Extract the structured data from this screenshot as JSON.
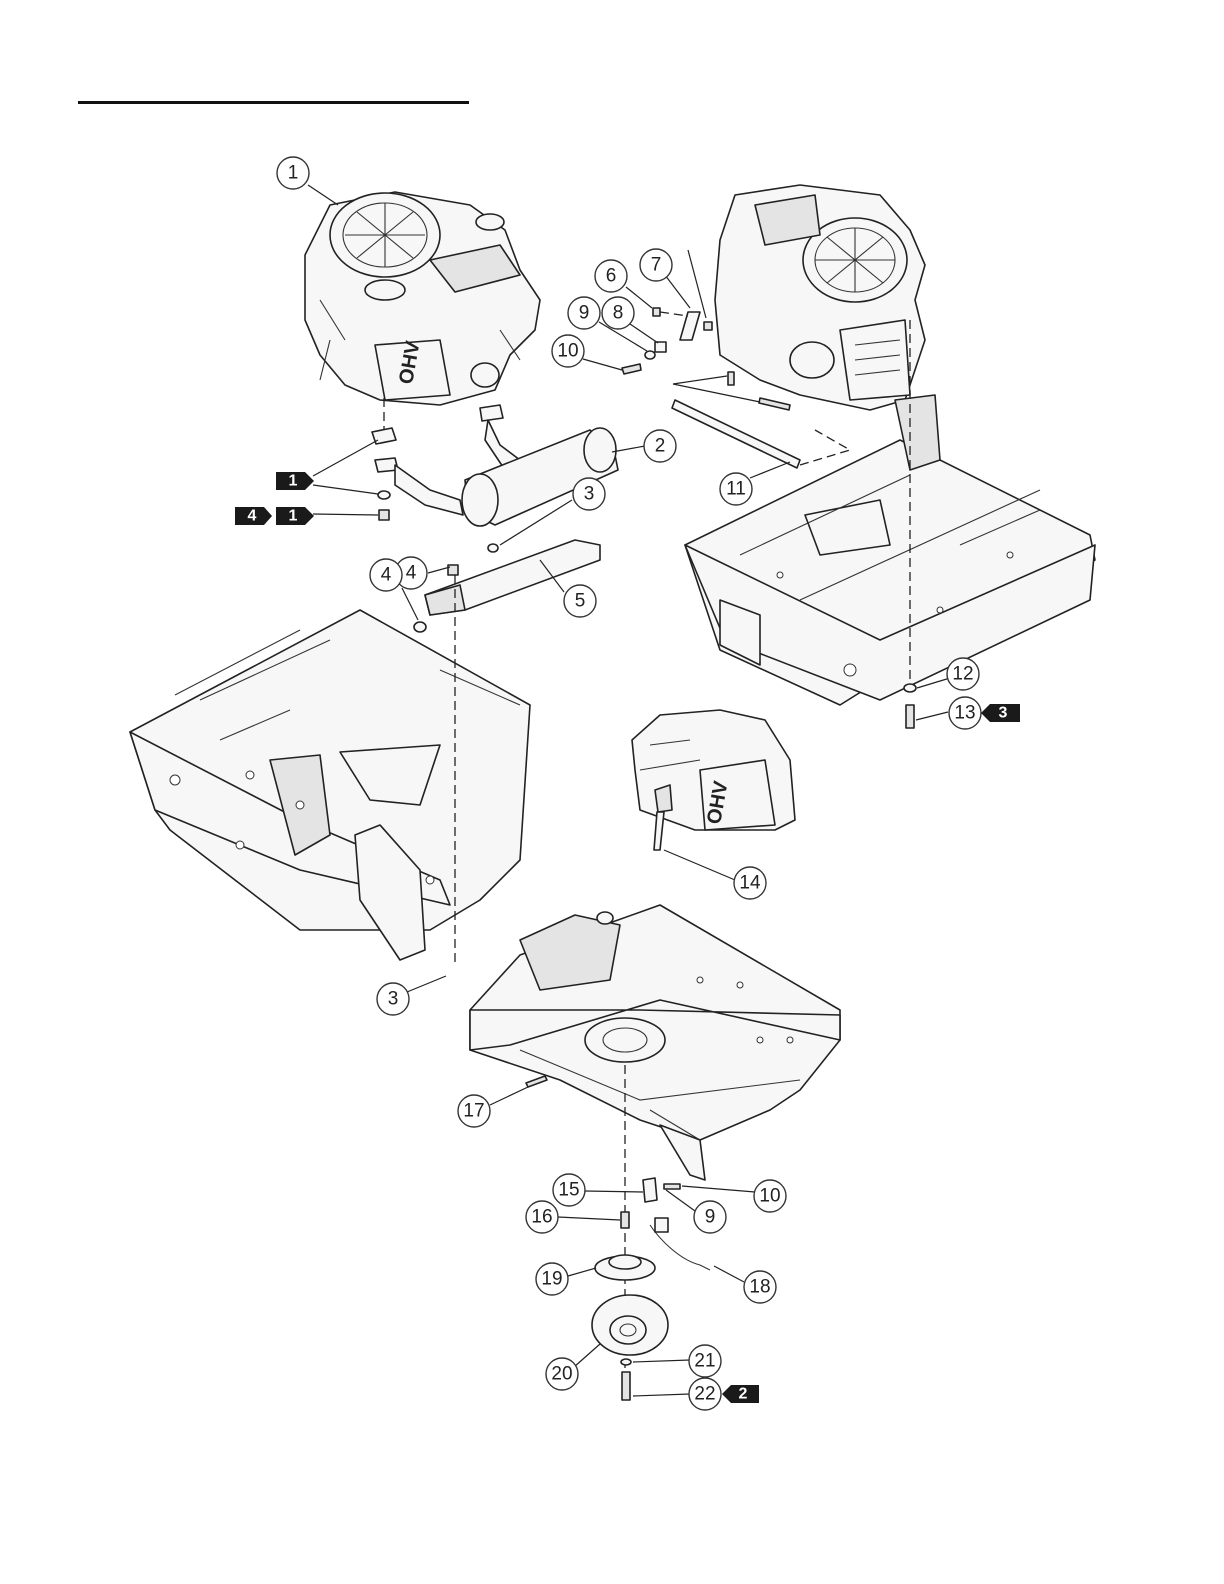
{
  "callouts": [
    {
      "id": "c1",
      "label": "1"
    },
    {
      "id": "c2",
      "label": "2"
    },
    {
      "id": "c3a",
      "label": "3"
    },
    {
      "id": "c4a",
      "label": "4"
    },
    {
      "id": "c4b",
      "label": "4"
    },
    {
      "id": "c5",
      "label": "5"
    },
    {
      "id": "c6",
      "label": "6"
    },
    {
      "id": "c7",
      "label": "7"
    },
    {
      "id": "c8",
      "label": "8"
    },
    {
      "id": "c9a",
      "label": "9"
    },
    {
      "id": "c10a",
      "label": "10"
    },
    {
      "id": "c11",
      "label": "11"
    },
    {
      "id": "c12",
      "label": "12"
    },
    {
      "id": "c13",
      "label": "13"
    },
    {
      "id": "c14",
      "label": "14"
    },
    {
      "id": "c3b",
      "label": "3"
    },
    {
      "id": "c17",
      "label": "17"
    },
    {
      "id": "c15",
      "label": "15"
    },
    {
      "id": "c9b",
      "label": "9"
    },
    {
      "id": "c10b",
      "label": "10"
    },
    {
      "id": "c16",
      "label": "16"
    },
    {
      "id": "c19",
      "label": "19"
    },
    {
      "id": "c18",
      "label": "18"
    },
    {
      "id": "c20",
      "label": "20"
    },
    {
      "id": "c21",
      "label": "21"
    },
    {
      "id": "c22",
      "label": "22"
    }
  ],
  "flags": {
    "gasket": "1",
    "nut_a": "4",
    "nut_b": "1",
    "bolt_13": "3",
    "bolt_22": "2"
  },
  "engine_label": "OHV"
}
